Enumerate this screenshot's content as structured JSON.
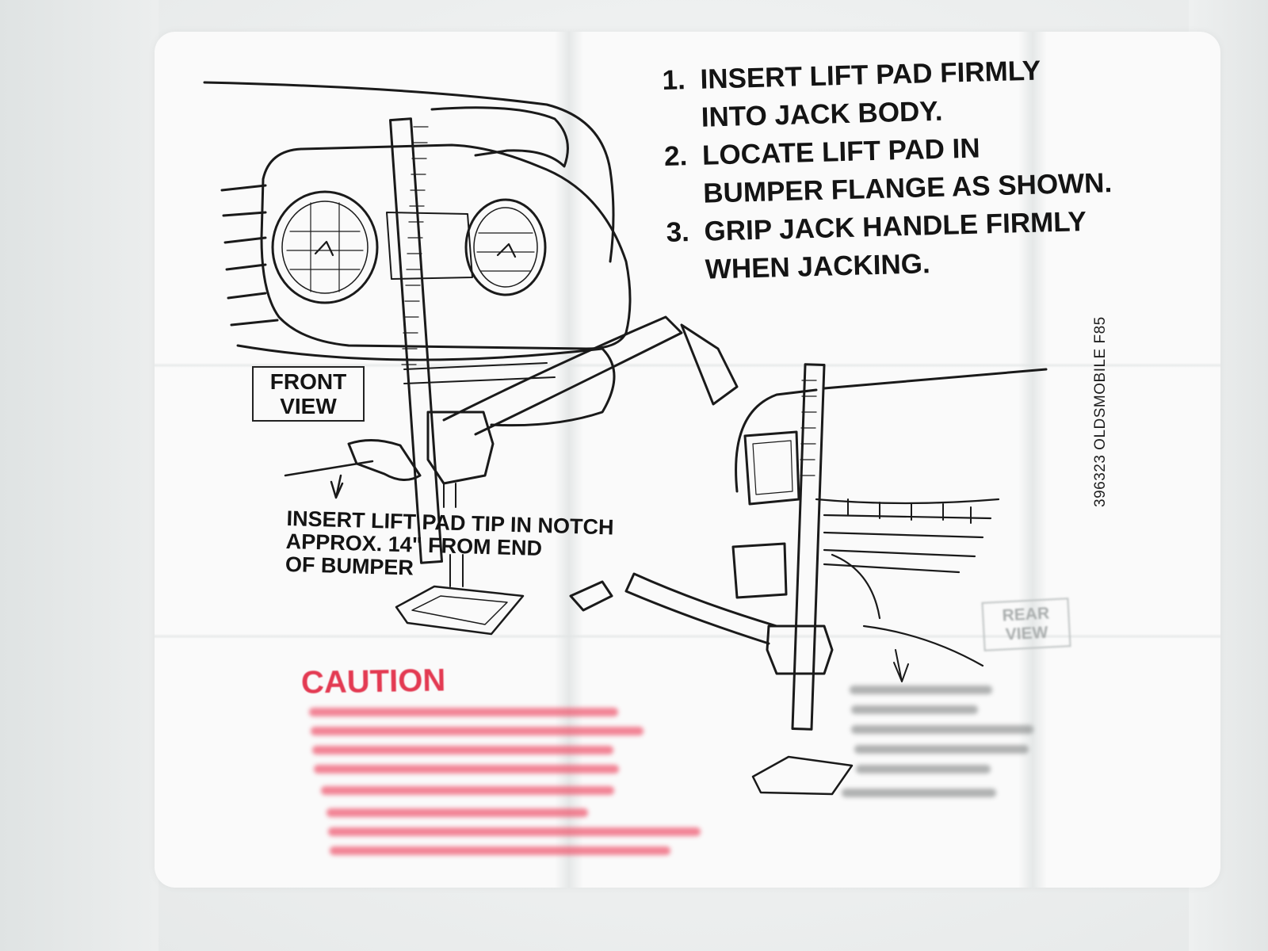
{
  "decal": {
    "steps": [
      {
        "number": "1.",
        "lines": [
          "INSERT LIFT PAD FIRMLY",
          "INTO JACK BODY."
        ]
      },
      {
        "number": "2.",
        "lines": [
          "LOCATE LIFT PAD IN",
          "BUMPER FLANGE AS SHOWN."
        ]
      },
      {
        "number": "3.",
        "lines": [
          "GRIP JACK HANDLE FIRMLY",
          "WHEN JACKING."
        ]
      }
    ],
    "front_view_label": [
      "FRONT",
      "VIEW"
    ],
    "front_note": [
      "INSERT LIFT PAD TIP IN NOTCH",
      "APPROX. 14\" FROM END",
      "OF BUMPER"
    ],
    "rear_view_label": [
      "REAR",
      "VIEW"
    ],
    "part_number": "396323  OLDSMOBILE  F85",
    "caution_heading": "CAUTION"
  },
  "colors": {
    "ink": "#141414",
    "caution_red": "#e33a52",
    "background": "#eef0f0"
  }
}
